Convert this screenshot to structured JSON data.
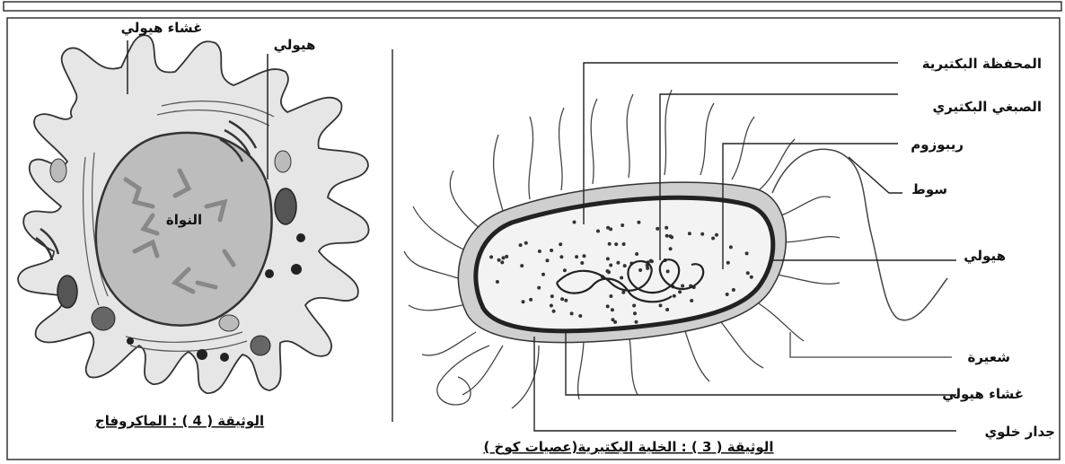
{
  "macrophage": {
    "labels": {
      "membrane": "غشاء هيولي",
      "cytoplasm": "هيولي",
      "nucleus": "النواة"
    },
    "caption": "الوثيقة ( 4 ) : الماكروفاج"
  },
  "bacterium": {
    "labels": {
      "capsule": "المحفظة البكتيرية",
      "chromosome": "الصبغي البكتيري",
      "ribosome": "ريبوزوم",
      "flagellum": "سوط",
      "cytoplasm": "هيولي",
      "pilus": "شعيرة",
      "membrane": "غشاء هيولي",
      "wall": "جدار خلوي"
    },
    "caption": "الوثيقة ( 3 ) : الخلية البكتيرية(عصيات كوخ )"
  },
  "colors": {
    "ink": "#222222",
    "cell_fill": "#e6e6e6",
    "nucleus_fill": "#bdbdbd",
    "capsule_fill": "#cfcfcf"
  }
}
